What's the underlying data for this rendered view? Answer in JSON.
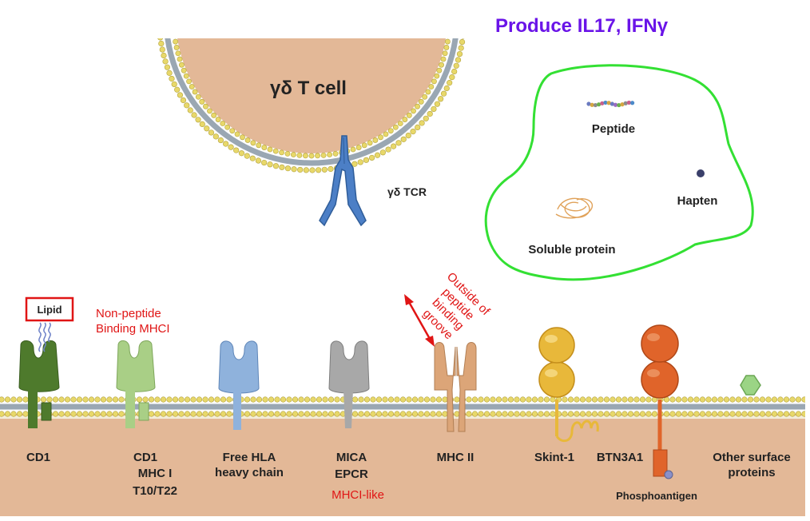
{
  "header": {
    "title": "Produce IL17, IFNγ"
  },
  "t_cell": {
    "label": "γδ T cell",
    "receptor_label": "γδ TCR"
  },
  "antigens": {
    "peptide": "Peptide",
    "hapten": "Hapten",
    "soluble_protein": "Soluble protein"
  },
  "annotations": {
    "lipid": "Lipid",
    "non_peptide_line1": "Non-peptide",
    "non_peptide_line2": "Binding MHCI",
    "outside_line1": "Outside of",
    "outside_line2": "peptide",
    "outside_line3": "binding",
    "outside_line4": "groove",
    "mhci_like": "MHCI-like",
    "phosphoantigen": "Phosphoantigen"
  },
  "molecules": {
    "cd1": "CD1",
    "cd1_group_line1": "CD1",
    "cd1_group_line2": "MHC I",
    "cd1_group_line3": "T10/T22",
    "free_hla_line1": "Free HLA",
    "free_hla_line2": "heavy chain",
    "mica_line1": "MICA",
    "mica_line2": "EPCR",
    "mhc2": "MHC II",
    "skint1": "Skint-1",
    "btn3a1": "BTN3A1",
    "other_line1": "Other surface",
    "other_line2": "proteins"
  },
  "colors": {
    "title": "#6a14e8",
    "annotation_red": "#e01515",
    "outline_green": "#33e033",
    "cell_fill": "#e3b897",
    "membrane_head": "#e8d86a",
    "cd1_dark_green": "#4e7a2c",
    "cd1_light_green": "#a9cf86",
    "hla_blue": "#8fb2dc",
    "mica_gray": "#a8a8a8",
    "mhc2_tan": "#dca578",
    "skint_gold": "#e8b83a",
    "btn_orange": "#e0642a",
    "other_green": "#9bd485",
    "tcr_blue": "#4c7fc6"
  }
}
